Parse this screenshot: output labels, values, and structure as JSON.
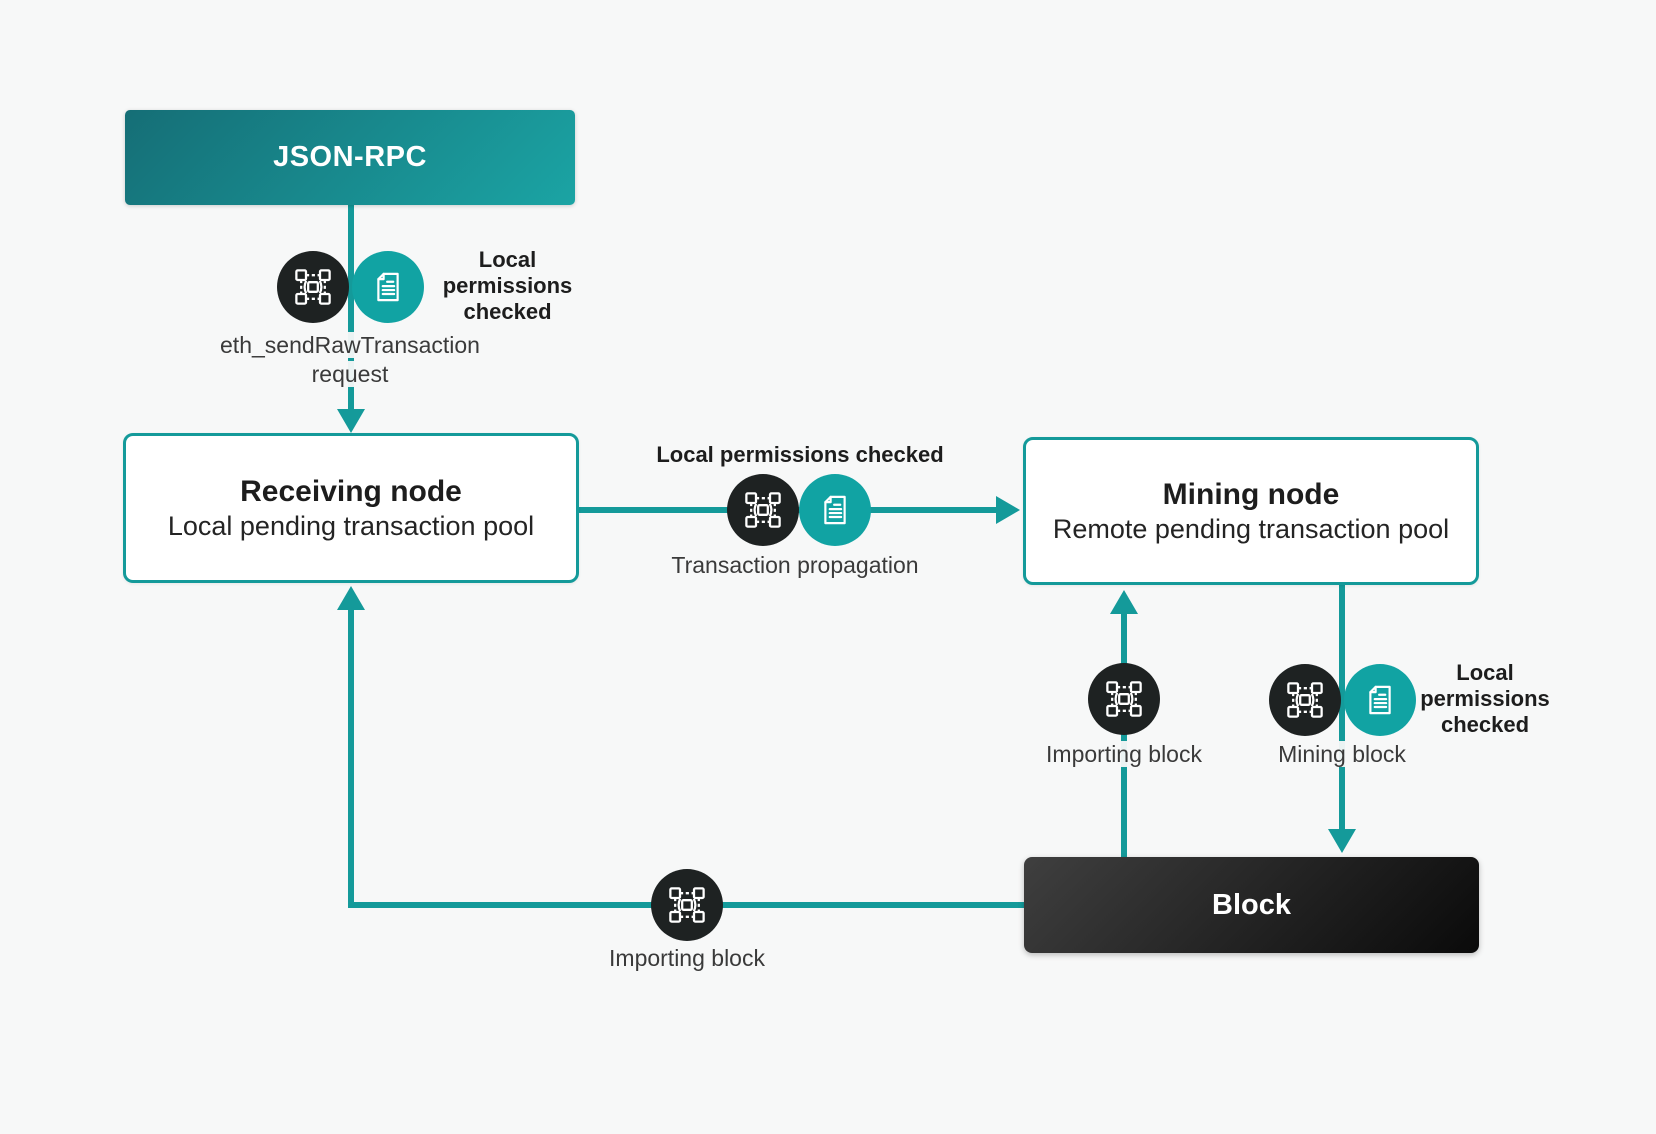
{
  "nodes": {
    "json_rpc": {
      "label": "JSON-RPC"
    },
    "receiving": {
      "title": "Receiving node",
      "subtitle": "Local pending transaction pool"
    },
    "mining": {
      "title": "Mining node",
      "subtitle": "Remote pending transaction pool"
    },
    "block": {
      "label": "Block"
    }
  },
  "annotations": {
    "local_permissions_top": {
      "lines": [
        "Local",
        "permissions",
        "checked"
      ]
    },
    "eth_request": {
      "lines": [
        "eth_sendRawTransaction",
        "request"
      ]
    },
    "local_permissions_mid": "Local permissions checked",
    "transaction_propagation": "Transaction propagation",
    "importing_block_upper": "Importing block",
    "mining_block": "Mining block",
    "local_permissions_right": {
      "lines": [
        "Local",
        "permissions",
        "checked"
      ]
    },
    "importing_block_lower": "Importing block"
  },
  "icons": {
    "blockchain": "blockchain-icon",
    "document": "document-icon"
  },
  "colors": {
    "background": "#f7f8f8",
    "teal_line": "#149a9a",
    "teal_circle": "#11a3a3",
    "dark_circle": "#1e2222",
    "json_rpc_gradient_start": "#156e76",
    "json_rpc_gradient_end": "#1ba4a4",
    "block_gradient_start": "#3f3f3f",
    "block_gradient_end": "#0a0a0a",
    "node_border": "#149a9a",
    "title_text": "#1d1d1d",
    "label_text": "#3a3a3a"
  }
}
